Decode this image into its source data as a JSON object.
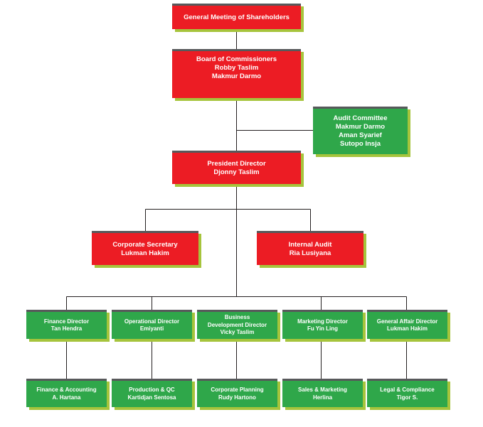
{
  "colors": {
    "red_box": "#ec1c24",
    "green_box": "#2fa74a",
    "shadow": "#a6c43c",
    "box_top_border": "#58595b",
    "connector": "#231f20"
  },
  "gms": {
    "title": "General Meeting of Shareholders"
  },
  "boc": {
    "title": "Board of Commissioners",
    "members": [
      "Robby Taslim",
      "Makmur Darmo"
    ]
  },
  "audit_committee": {
    "title": "Audit Committee",
    "members": [
      "Makmur Darmo",
      "Aman Syarief",
      "Sutopo Insja"
    ]
  },
  "president_director": {
    "title": "President Director",
    "name": "Djonny Taslim"
  },
  "corporate_secretary": {
    "title": "Corporate Secretary",
    "name": "Lukman Hakim"
  },
  "internal_audit": {
    "title": "Internal Audit",
    "name": "Ria Lusiyana"
  },
  "directors": [
    {
      "title": "Finance Director",
      "name": "Tan Hendra"
    },
    {
      "title": "Operational Director",
      "name": "Emiyanti"
    },
    {
      "title_line1": "Business",
      "title_line2": "Development Director",
      "name": "Vicky Taslim"
    },
    {
      "title": "Marketing Director",
      "name": "Fu Yin Ling"
    },
    {
      "title": "General Affair Director",
      "name": "Lukman Hakim"
    }
  ],
  "departments": [
    {
      "title": "Finance & Accounting",
      "name": "A. Hartana"
    },
    {
      "title": "Production & QC",
      "name": "Kartidjan Sentosa"
    },
    {
      "title": "Corporate Planning",
      "name": "Rudy Hartono"
    },
    {
      "title": "Sales & Marketing",
      "name": "Herlina"
    },
    {
      "title": "Legal & Compliance",
      "name": "Tigor S."
    }
  ]
}
